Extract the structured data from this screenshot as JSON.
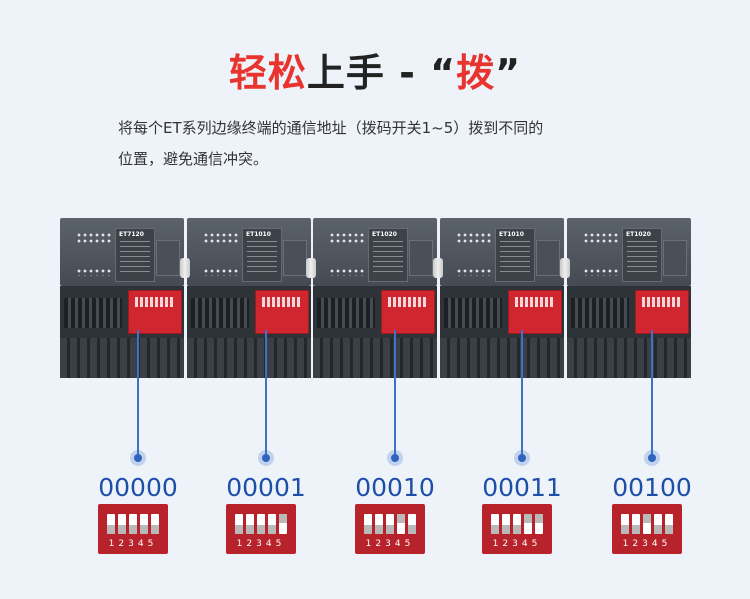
{
  "title": {
    "part1": "轻松",
    "part2": "上手 - “",
    "part3": "拨",
    "part4": "”"
  },
  "description": {
    "line1": "将每个ET系列边缘终端的通信地址（拨码开关1~5）拨到不同的",
    "line2": "位置，避免通信冲突。"
  },
  "modules": [
    {
      "model": "ET7120",
      "code": "00000",
      "switches": [
        0,
        0,
        0,
        0,
        0
      ]
    },
    {
      "model": "ET1010",
      "code": "00001",
      "switches": [
        0,
        0,
        0,
        0,
        1
      ]
    },
    {
      "model": "ET1020",
      "code": "00010",
      "switches": [
        0,
        0,
        0,
        1,
        0
      ]
    },
    {
      "model": "ET1010",
      "code": "00011",
      "switches": [
        0,
        0,
        0,
        1,
        1
      ]
    },
    {
      "model": "ET1020",
      "code": "00100",
      "switches": [
        0,
        0,
        1,
        0,
        0
      ]
    }
  ],
  "switch_numbers": "12345",
  "colors": {
    "accent_red": "#e8332f",
    "code_blue": "#1e4fa8",
    "dip_red": "#b8232b"
  }
}
